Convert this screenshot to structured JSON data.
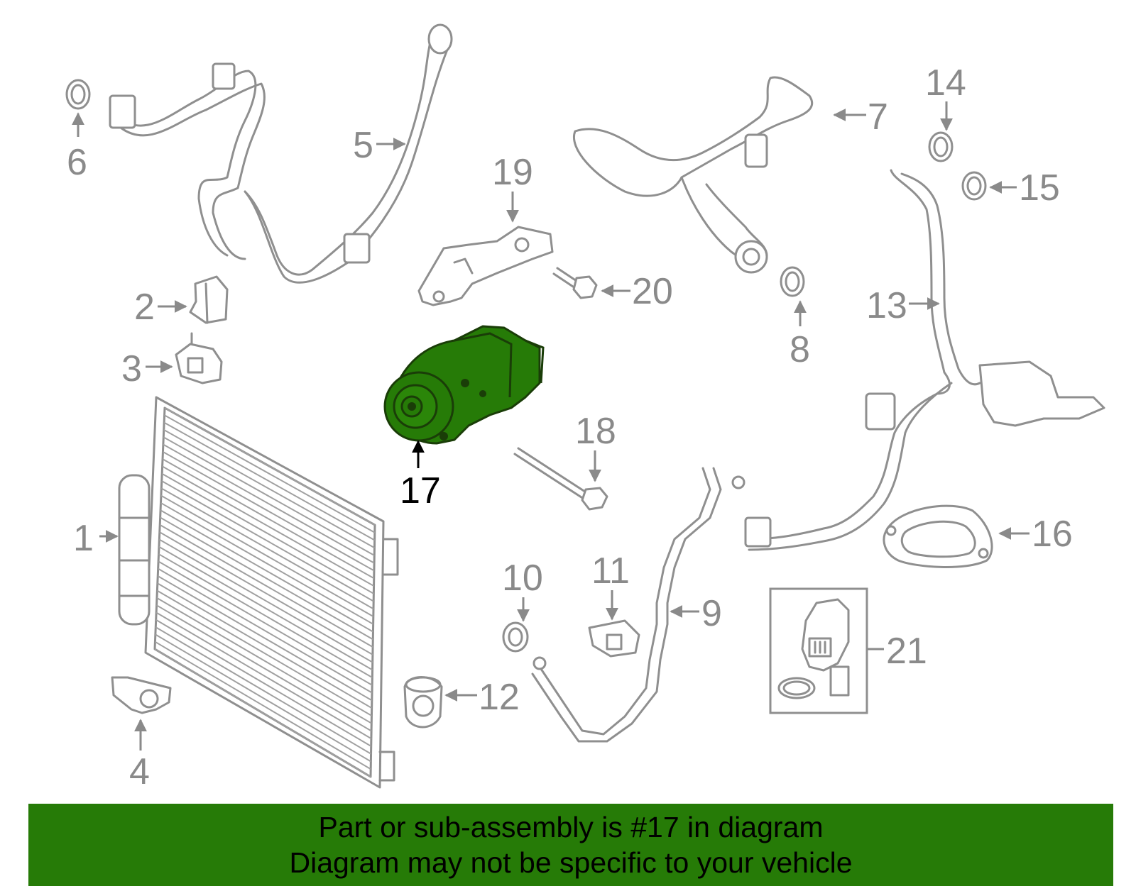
{
  "highlighted_part": "17",
  "colors": {
    "highlight_fill": "#267b07",
    "part_stroke": "#8f8f8f",
    "label_gray": "#8a8a8a",
    "banner_bg": "#267b07"
  },
  "labels": {
    "p1": "1",
    "p2": "2",
    "p3": "3",
    "p4": "4",
    "p5": "5",
    "p6": "6",
    "p7": "7",
    "p8": "8",
    "p9": "9",
    "p10": "10",
    "p11": "11",
    "p12": "12",
    "p13": "13",
    "p14": "14",
    "p15": "15",
    "p16": "16",
    "p17": "17",
    "p18": "18",
    "p19": "19",
    "p20": "20",
    "p21": "21"
  },
  "banner": {
    "line1": "Part or sub-assembly is #17 in diagram",
    "line2": "Diagram may not be specific to your vehicle"
  }
}
